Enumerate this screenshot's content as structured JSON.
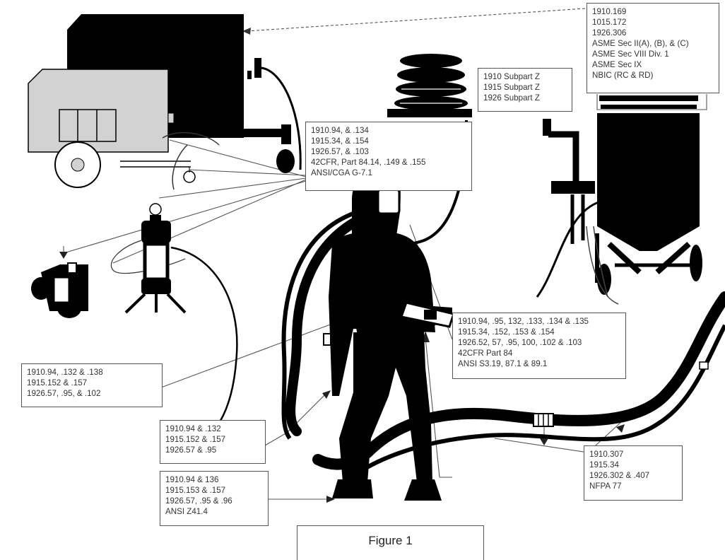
{
  "figure": {
    "caption": "Figure 1"
  },
  "callouts": {
    "pressure_vessel": [
      "1910.169",
      "1015.172",
      "1926.306",
      "ASME Sec II(A), (B), & (C)",
      "ASME Sec VIII Div. 1",
      "ASME Sec IX",
      "NBIC (RC & RD)"
    ],
    "abrasive": [
      "1910 Subpart Z",
      "1915 Subpart Z",
      "1926 Subpart Z"
    ],
    "air_supply": [
      "1910.94,  & .134",
      "1915.34,  & .154",
      "1926.57,  & .103",
      "42CFR, Part 84.14,  .149 & .155",
      "ANSI/CGA G-7.1"
    ],
    "ppe": [
      "1910.94, .95, 132, .133, .134 & .135",
      "1915.34, .152, .153 & .154",
      "1926.52, 57, .95, 100, .102 & .103",
      "42CFR Part 84",
      "ANSI S3.19, 87.1 & 89.1"
    ],
    "gloves": [
      "1910.94, .132 & .138",
      "1915.152 & .157",
      "1926.57, .95, & .102"
    ],
    "body": [
      "1910.94 & .132",
      "1915.152 & .157",
      "1926.57 & .95"
    ],
    "boots": [
      "1910.94 & 136",
      "1915.153 & .157",
      "1926.57, .95 & .96",
      "ANSI Z41.4"
    ],
    "hose": [
      "1910.307",
      "1915.34",
      "1926.302 & .407",
      "NFPA 77"
    ]
  },
  "colors": {
    "ink": "#000000",
    "trailer_gray": "#d2d2d2",
    "box_border": "#555555",
    "text": "#333333"
  }
}
